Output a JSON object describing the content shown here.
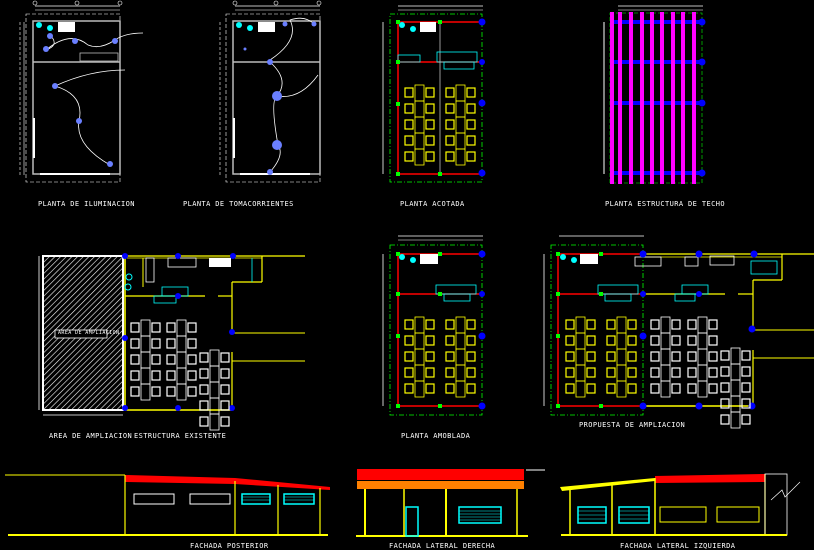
{
  "drawing": {
    "background": "#000000",
    "colors": {
      "wall": "#ffffff",
      "existing_wall": "#ffff00",
      "new_wall": "#ff0000",
      "column": "#0000ff",
      "column_green": "#00ff00",
      "grid_line": "#00ff00",
      "fixture": "#00ffff",
      "light_point": "#6a7fff",
      "roof_beam": "#ff00ff",
      "roof_fill": "#ff0000",
      "roof_edge": "#ff8000",
      "furniture_new": "#ffff00",
      "furniture_existing": "#ffffff"
    },
    "views": [
      {
        "id": "planta-iluminacion",
        "title": "PLANTA DE ILUMINACION"
      },
      {
        "id": "planta-tomacorrientes",
        "title": "PLANTA DE TOMACORRIENTES"
      },
      {
        "id": "planta-acotada",
        "title": "PLANTA ACOTADA"
      },
      {
        "id": "planta-estructura-techo",
        "title": "PLANTA ESTRUCTURA DE TECHO"
      },
      {
        "id": "area-ampliacion",
        "title": "AREA DE AMPLIACION"
      },
      {
        "id": "estructura-existente",
        "title": "ESTRUCTURA EXISTENTE"
      },
      {
        "id": "planta-amoblada",
        "title": "PLANTA AMOBLADA"
      },
      {
        "id": "propuesta-ampliacion",
        "title": "PROPUESTA DE AMPLIACION"
      },
      {
        "id": "fachada-posterior",
        "title": "FACHADA POSTERIOR"
      },
      {
        "id": "fachada-lateral-derecha",
        "title": "FACHADA LATERAL DERECHA"
      },
      {
        "id": "fachada-lateral-izquierda",
        "title": "FACHADA LATERAL IZQUIERDA"
      }
    ],
    "hatch_label": "AREA DE AMPLIACION"
  }
}
